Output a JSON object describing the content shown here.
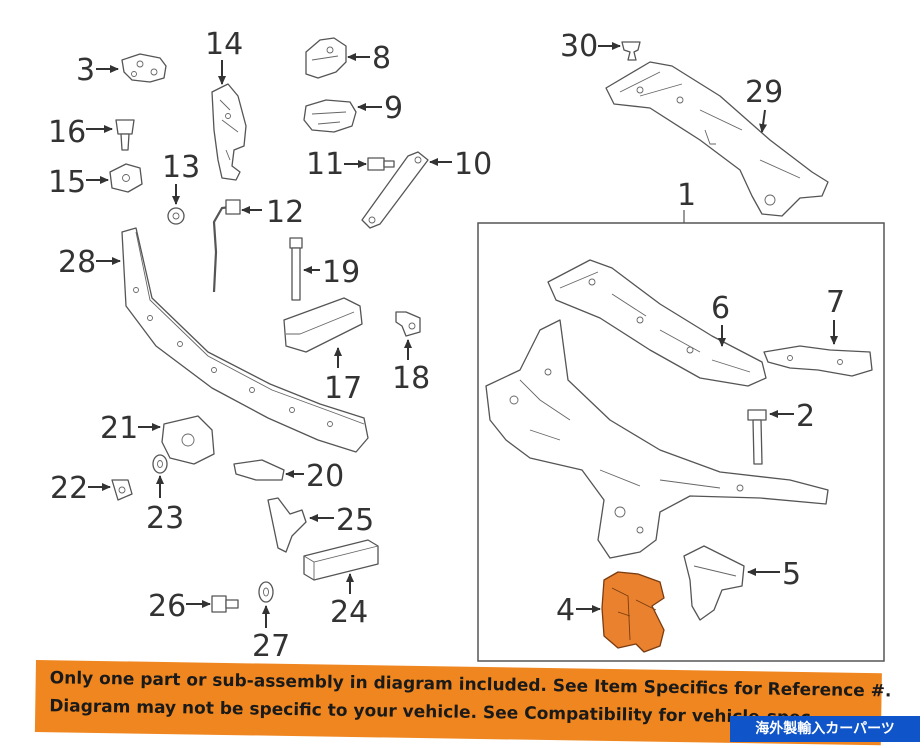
{
  "callouts": {
    "c1": "1",
    "c2": "2",
    "c3": "3",
    "c4": "4",
    "c5": "5",
    "c6": "6",
    "c7": "7",
    "c8": "8",
    "c9": "9",
    "c10": "10",
    "c11": "11",
    "c12": "12",
    "c13": "13",
    "c14": "14",
    "c15": "15",
    "c16": "16",
    "c17": "17",
    "c18": "18",
    "c19": "19",
    "c20": "20",
    "c21": "21",
    "c22": "22",
    "c23": "23",
    "c24": "24",
    "c25": "25",
    "c26": "26",
    "c27": "27",
    "c28": "28",
    "c29": "29",
    "c30": "30"
  },
  "highlighted_part": "4",
  "colors": {
    "highlight": "#e9812f",
    "banner": "#f0861f",
    "watermark": "#0f54c8"
  },
  "notice": {
    "line1": "Only one part or sub-assembly in diagram included. See Item Specifics for Reference #.",
    "line2": "Diagram may not be specific to your vehicle. See Compatibility for vehicle-spec"
  },
  "watermark": "海外製輸入カーパーツ"
}
